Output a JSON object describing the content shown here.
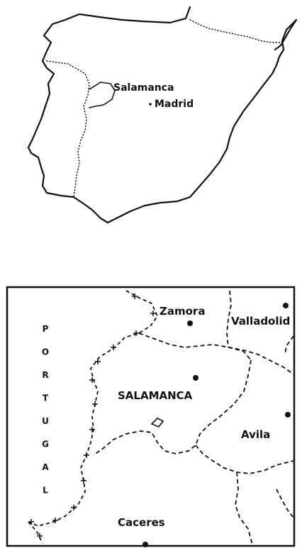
{
  "overview_map": {
    "labels": {
      "salamanca": "Salamanca",
      "madrid": "Madrid"
    }
  },
  "detail_map": {
    "country_label": "PORTUGAL",
    "labels": {
      "zamora": "Zamora",
      "valladolid": "Valladolid",
      "salamanca": "SALAMANCA",
      "avila": "Avila",
      "caceres": "Caceres"
    }
  },
  "colors": {
    "ink": "#111111",
    "paper": "#ffffff"
  }
}
